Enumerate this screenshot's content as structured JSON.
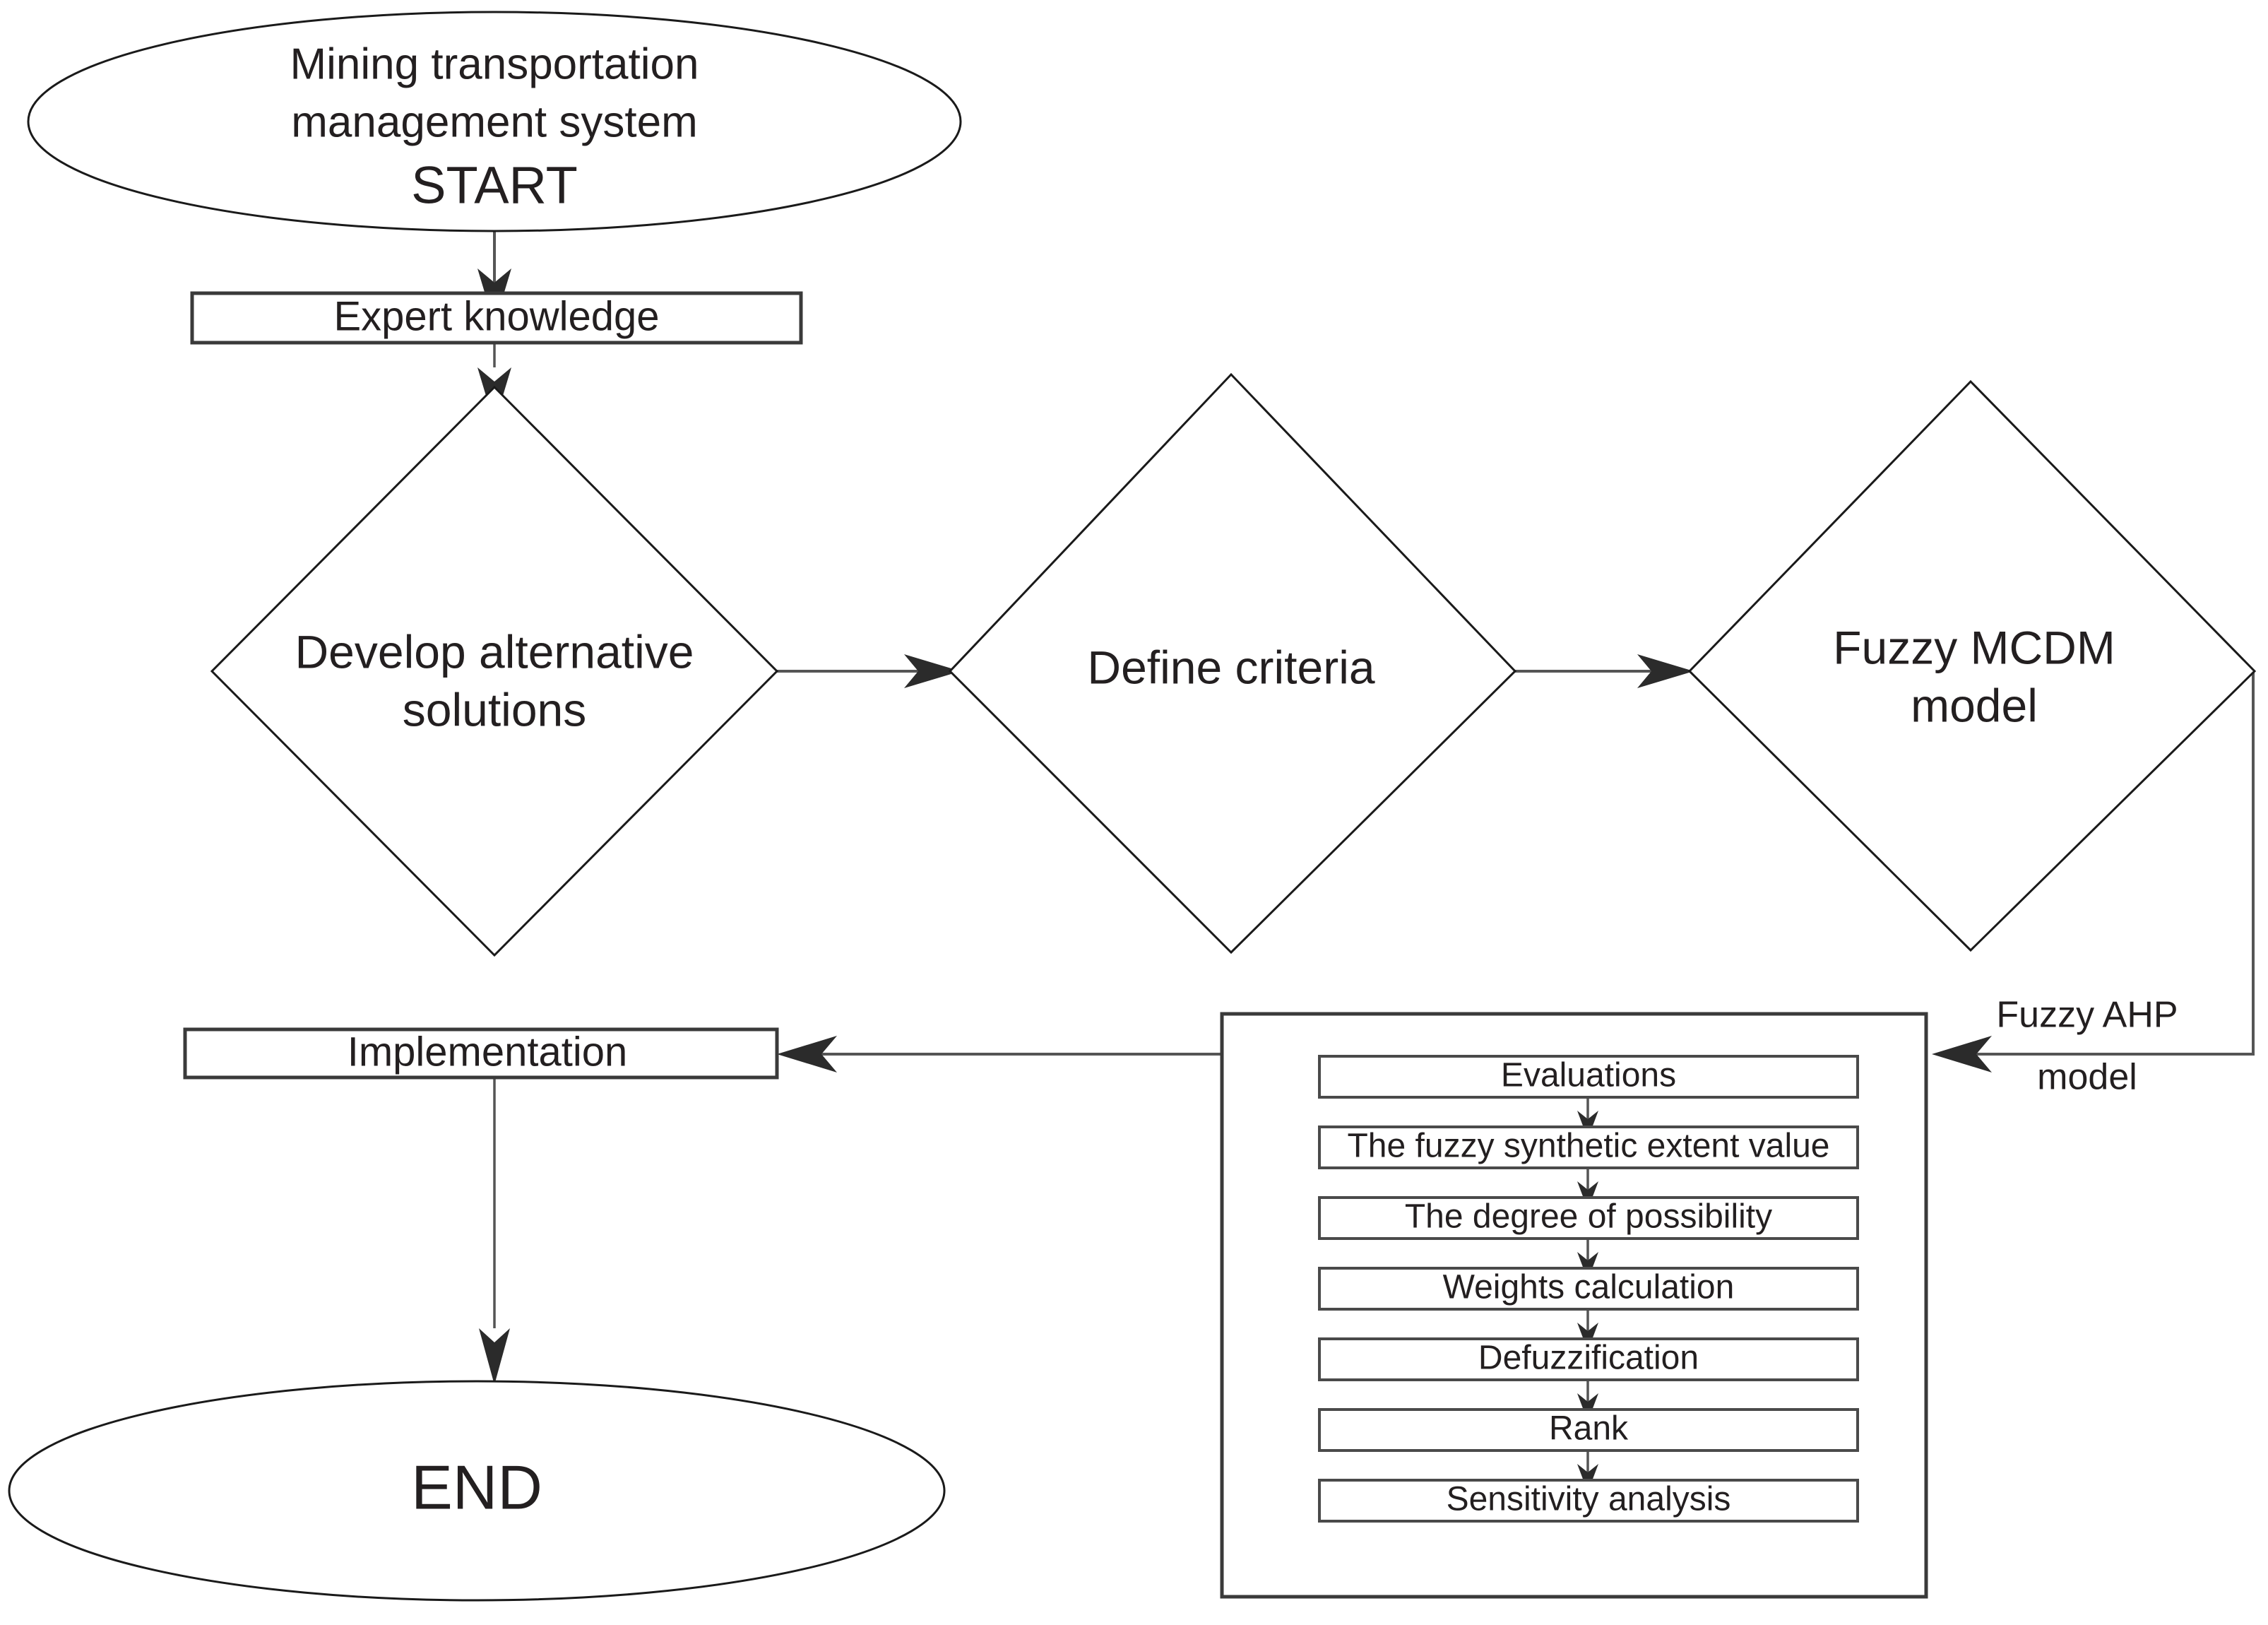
{
  "diagram": {
    "title_visible": false,
    "colors": {
      "stroke": "#1a1a1a",
      "box_stroke": "#3a3a3a",
      "edge": "#555555",
      "arrowhead": "#2b2b2b",
      "background": "#ffffff",
      "text": "#231f20"
    },
    "start_node": {
      "line1": "Mining transportation",
      "line2": "management system",
      "line3": "START"
    },
    "end_node": {
      "label": "END"
    },
    "process_boxes": {
      "expert_knowledge": "Expert knowledge",
      "implementation": "Implementation"
    },
    "decisions": {
      "develop_alternative_solutions": {
        "line1": "Develop alternative",
        "line2": "solutions"
      },
      "define_criteria": {
        "line1": "Define criteria",
        "line2": ""
      },
      "fuzzy_mcdm_model": {
        "line1": "Fuzzy MCDM",
        "line2": "model"
      }
    },
    "edge_labels": {
      "fuzzy_ahp_model_line1": "Fuzzy AHP",
      "fuzzy_ahp_model_line2": "model"
    },
    "ahp_steps": [
      "Evaluations",
      "The fuzzy synthetic extent value",
      "The degree of possibility",
      "Weights calculation",
      "Defuzzification",
      "Rank",
      "Sensitivity analysis"
    ]
  }
}
